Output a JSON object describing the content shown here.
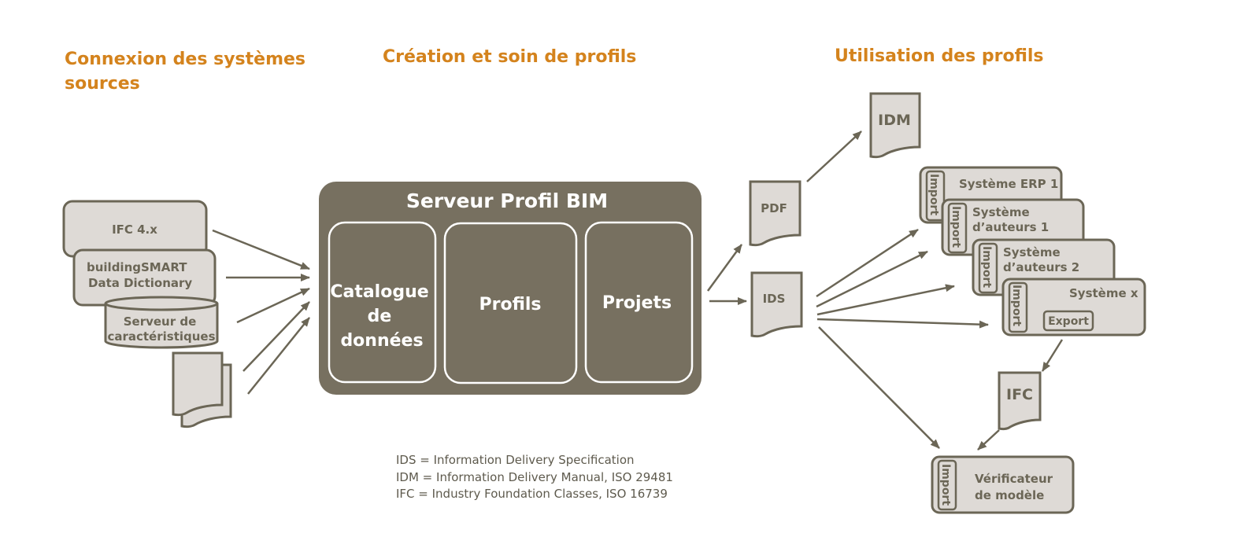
{
  "headings": {
    "sources_line1": "Connexion des systèmes",
    "sources_line2": "sources",
    "creation": "Création et soin de profils",
    "utilisation": "Utilisation des profils"
  },
  "sources": {
    "ifc4x": "IFC 4.x",
    "bsdd_line1": "buildingSMART",
    "bsdd_line2": "Data Dictionary",
    "server_line1": "Serveur de",
    "server_line2": "caractéristiques"
  },
  "server": {
    "title": "Serveur Profil BIM",
    "catalogue_line1": "Catalogue",
    "catalogue_line2": "de",
    "catalogue_line3": "données",
    "profils": "Profils",
    "projets": "Projets"
  },
  "documents": {
    "pdf": "PDF",
    "ids": "IDS",
    "idm": "IDM",
    "ifc": "IFC"
  },
  "systems": {
    "erp": "Système ERP 1",
    "auteurs1_line1": "Système",
    "auteurs1_line2": "d’auteurs 1",
    "auteurs2_line1": "Système",
    "auteurs2_line2": "d’auteurs 2",
    "systemx": "Système x",
    "export": "Export",
    "import": "Import",
    "verif_line1": "Vérificateur",
    "verif_line2": "de modèle"
  },
  "legend": {
    "ids": "IDS = Information Delivery Specification",
    "idm": "IDM = Information Delivery Manual, ISO 29481",
    "ifc": "IFC = Industry Foundation Classes, ISO 16739"
  },
  "colors": {
    "heading": "#d4831d",
    "box_fill": "#dedad6",
    "stroke": "#6b6656",
    "server_fill": "#777060"
  }
}
